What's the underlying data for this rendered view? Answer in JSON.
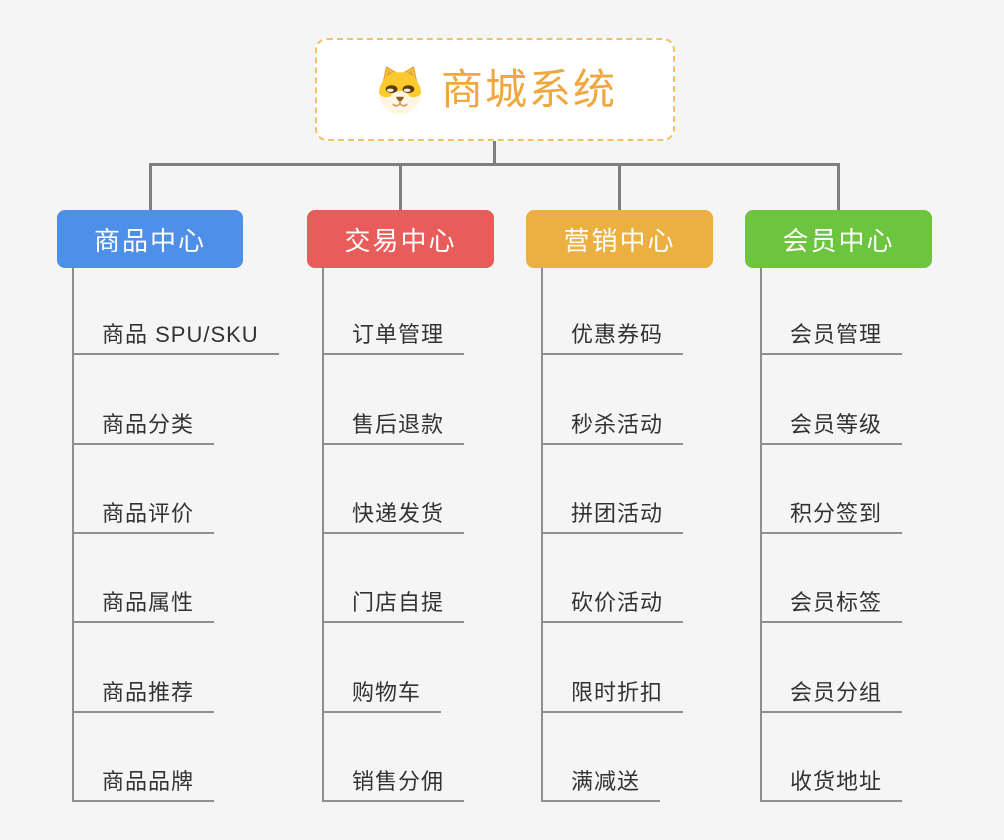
{
  "root": {
    "title": "商城系统",
    "icon": "dog-face-icon",
    "accent_color": "#F0A740",
    "border_color": "#F2C06A"
  },
  "branches": [
    {
      "label": "商品中心",
      "color": "#4E8FE9",
      "children": [
        "商品 SPU/SKU",
        "商品分类",
        "商品评价",
        "商品属性",
        "商品推荐",
        "商品品牌"
      ]
    },
    {
      "label": "交易中心",
      "color": "#E85C5A",
      "children": [
        "订单管理",
        "售后退款",
        "快递发货",
        "门店自提",
        "购物车",
        "销售分佣"
      ]
    },
    {
      "label": "营销中心",
      "color": "#ECAF41",
      "children": [
        "优惠券码",
        "秒杀活动",
        "拼团活动",
        "砍价活动",
        "限时折扣",
        "满减送"
      ]
    },
    {
      "label": "会员中心",
      "color": "#6CC43F",
      "children": [
        "会员管理",
        "会员等级",
        "积分签到",
        "会员标签",
        "会员分组",
        "收货地址"
      ]
    }
  ],
  "colors": {
    "background": "#F5F5F6",
    "connector": "#7F7F7F",
    "leaf_line": "#8F8F8F",
    "leaf_text": "#333333"
  }
}
